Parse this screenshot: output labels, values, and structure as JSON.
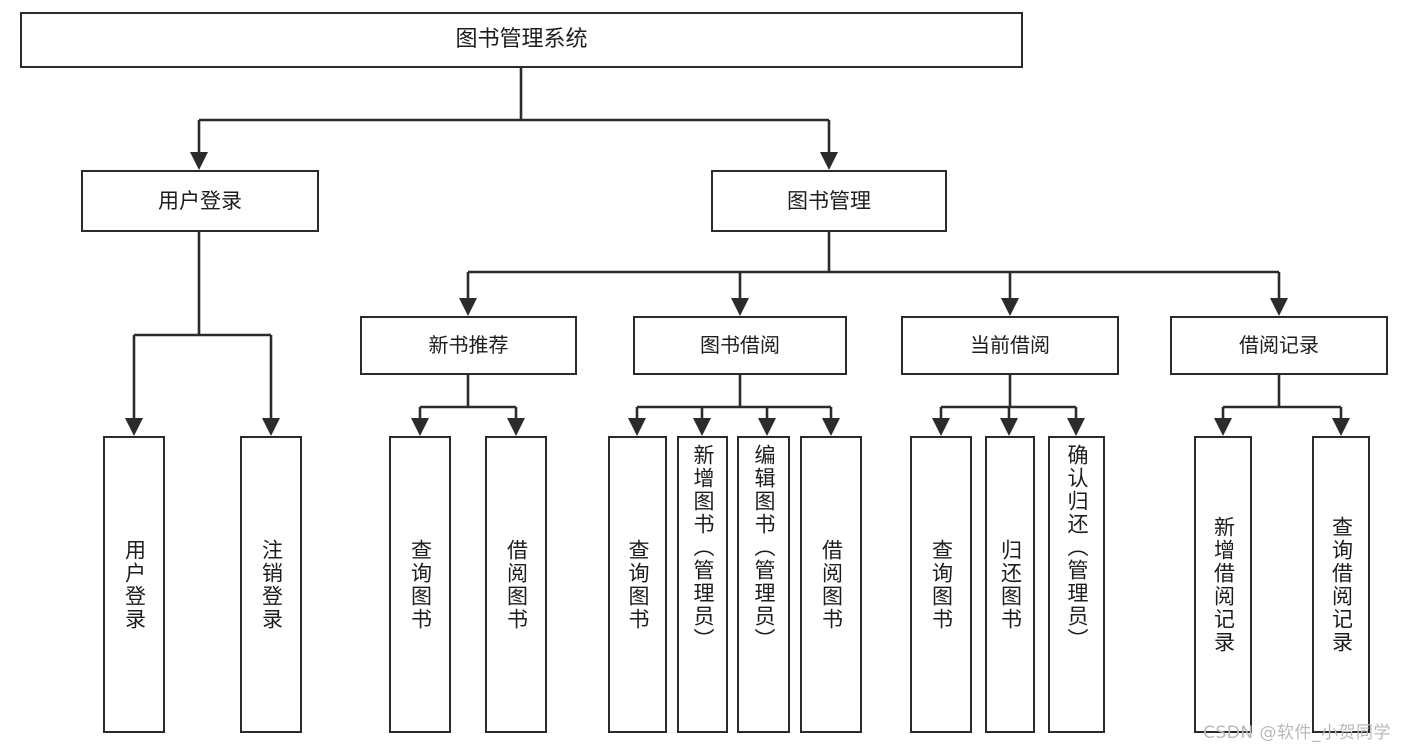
{
  "diagram": {
    "type": "tree",
    "title": "图书管理系统",
    "orientation": "top-down",
    "colors": {
      "box_border": "#2b2b2b",
      "box_fill": "#ffffff",
      "connector": "#2b2b2b",
      "text": "#1d1d1d",
      "watermark": "#b9b9b9",
      "background": "#ffffff"
    },
    "root": {
      "label": "图书管理系统"
    },
    "level1": [
      {
        "label": "用户登录"
      },
      {
        "label": "图书管理"
      }
    ],
    "level2": [
      {
        "label": "新书推荐"
      },
      {
        "label": "图书借阅"
      },
      {
        "label": "当前借阅"
      },
      {
        "label": "借阅记录"
      }
    ],
    "leaves": {
      "user_login": [
        {
          "label": "用户登录"
        },
        {
          "label": "注销登录"
        }
      ],
      "new_book_recommend": [
        {
          "label": "查询图书"
        },
        {
          "label": "借阅图书"
        }
      ],
      "book_borrow": [
        {
          "label": "查询图书"
        },
        {
          "label": "新增图书（管理员）"
        },
        {
          "label": "编辑图书（管理员）"
        },
        {
          "label": "借阅图书"
        }
      ],
      "current_borrow": [
        {
          "label": "查询图书"
        },
        {
          "label": "归还图书"
        },
        {
          "label": "确认归还（管理员）"
        }
      ],
      "borrow_record": [
        {
          "label": "新增借阅记录"
        },
        {
          "label": "查询借阅记录"
        }
      ]
    }
  },
  "watermark": {
    "text": "CSDN @软件_小贺同学"
  }
}
